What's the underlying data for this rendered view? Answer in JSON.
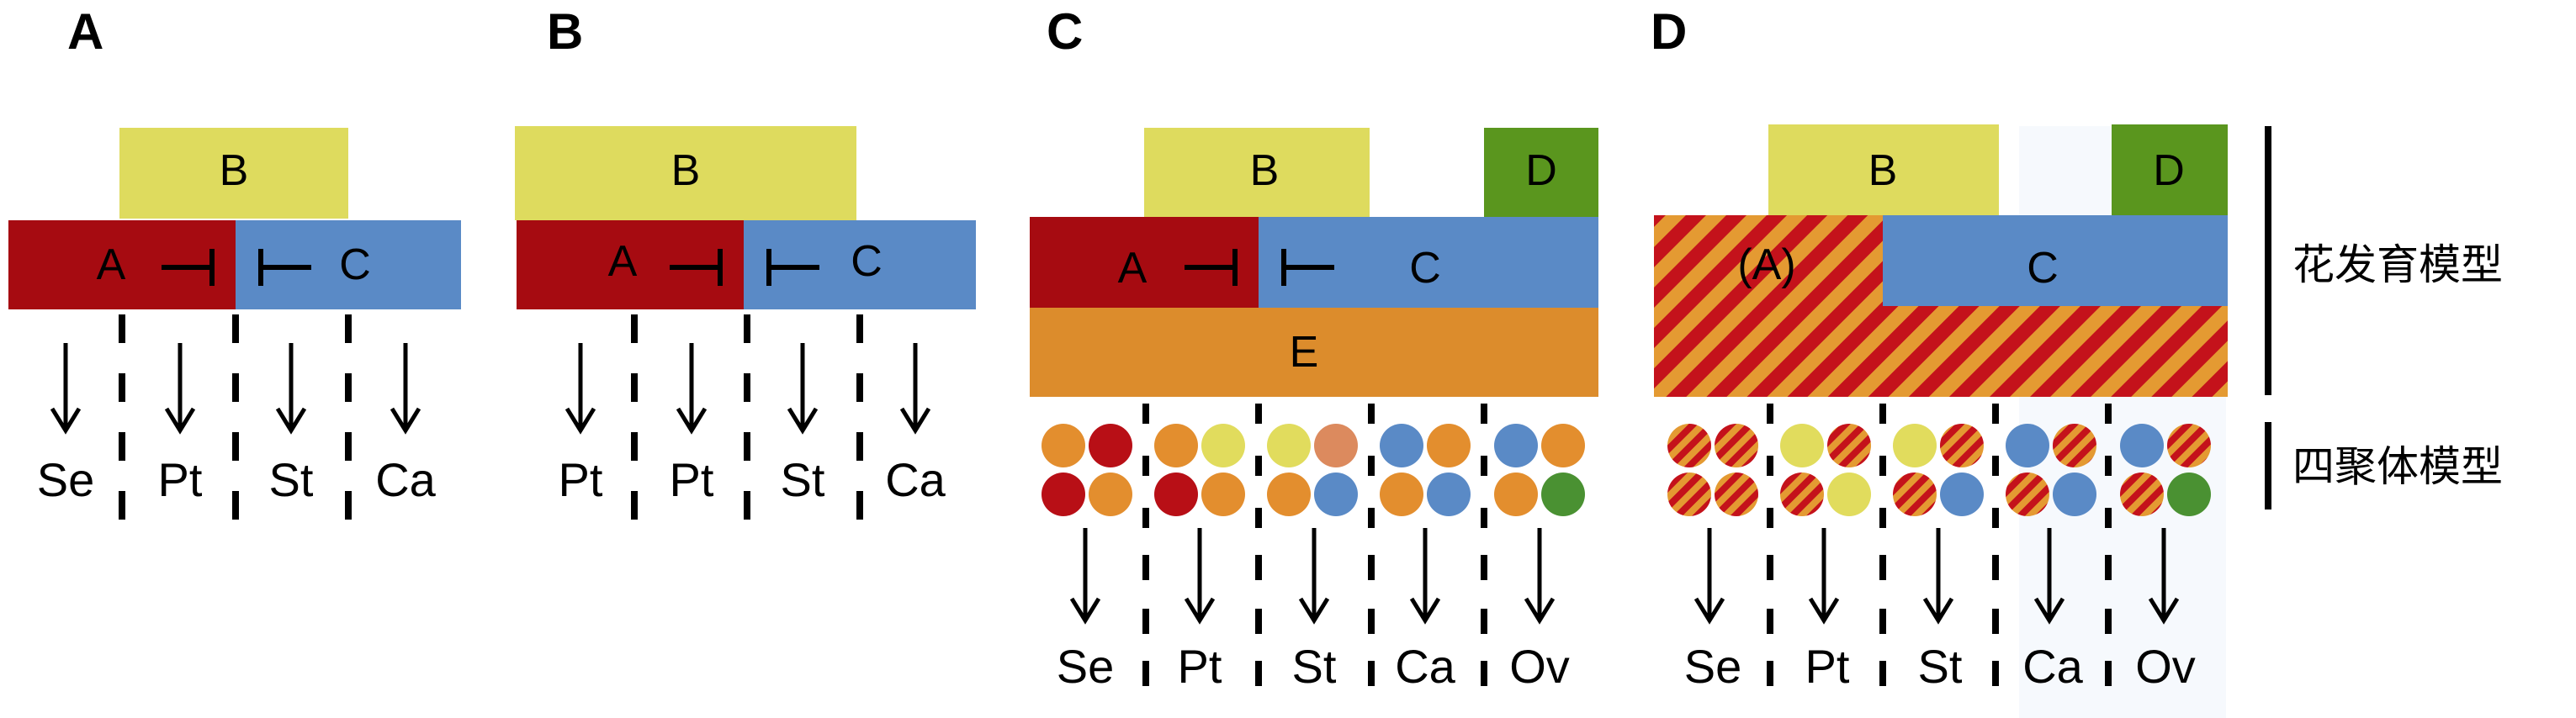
{
  "colors": {
    "A": "#a60b11",
    "B": "#dedb5e",
    "C": "#5a8ac6",
    "D": "#5a961e",
    "E": "#dc8c2c",
    "stripe_red": "#c4121b",
    "stripe_orange": "#e49a32",
    "circle_red": "#b80f16",
    "circle_orange": "#e38e2e",
    "circle_yellow": "#e1dc5d",
    "circle_salmon": "#dc8a5e",
    "circle_blue": "#5a8ac6",
    "circle_green": "#4a9132"
  },
  "panels": {
    "A": {
      "letter": "A",
      "b_label": "B",
      "a_label": "A",
      "c_label": "C",
      "organs": [
        "Se",
        "Pt",
        "St",
        "Ca"
      ]
    },
    "B": {
      "letter": "B",
      "b_label": "B",
      "a_label": "A",
      "c_label": "C",
      "organs": [
        "Pt",
        "Pt",
        "St",
        "Ca"
      ]
    },
    "C": {
      "letter": "C",
      "b_label": "B",
      "d_label": "D",
      "a_label": "A",
      "c_label": "C",
      "e_label": "E",
      "organs": [
        "Se",
        "Pt",
        "St",
        "Ca",
        "Ov"
      ],
      "quartets": [
        [
          "circle_orange",
          "circle_red",
          "circle_red",
          "circle_orange"
        ],
        [
          "circle_orange",
          "circle_yellow",
          "circle_red",
          "circle_orange"
        ],
        [
          "circle_yellow",
          "circle_salmon",
          "circle_orange",
          "circle_blue"
        ],
        [
          "circle_blue",
          "circle_orange",
          "circle_orange",
          "circle_blue"
        ],
        [
          "circle_blue",
          "circle_orange",
          "circle_orange",
          "circle_green"
        ]
      ]
    },
    "D": {
      "letter": "D",
      "b_label": "B",
      "d_label": "D",
      "a_label": "(A)",
      "c_label": "C",
      "organs": [
        "Se",
        "Pt",
        "St",
        "Ca",
        "Ov"
      ],
      "quartets": [
        [
          "striped",
          "striped",
          "striped",
          "striped"
        ],
        [
          "circle_yellow",
          "striped",
          "striped",
          "circle_yellow"
        ],
        [
          "circle_yellow",
          "striped",
          "striped",
          "circle_blue"
        ],
        [
          "circle_blue",
          "striped",
          "striped",
          "circle_blue"
        ],
        [
          "circle_blue",
          "striped",
          "striped",
          "circle_green"
        ]
      ]
    }
  },
  "side_labels": {
    "floral_model": "花发育模型",
    "quartet_model": "四聚体模型"
  }
}
